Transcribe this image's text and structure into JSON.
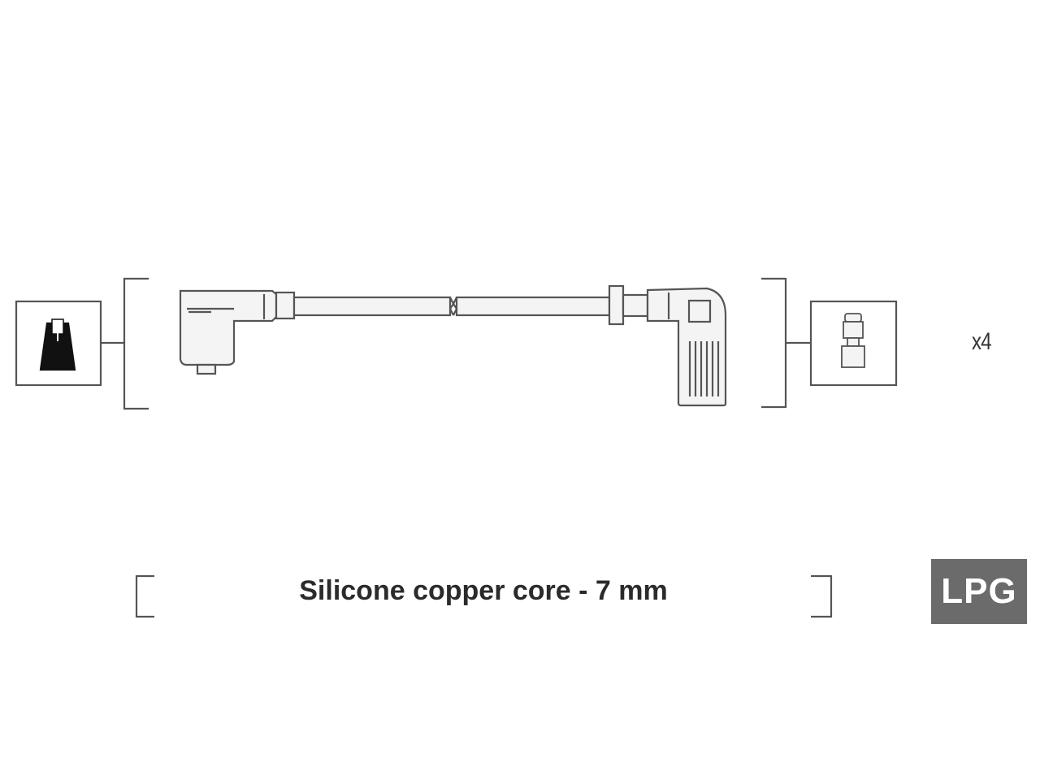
{
  "diagram": {
    "quantity_label": "x4",
    "spec_text": "Silicone copper core - 7 mm",
    "fuel_badge": "LPG",
    "colors": {
      "line": "#555555",
      "part_fill": "#f4f4f4",
      "badge": "#6b6b6b",
      "terminal_fill": "#111111"
    },
    "icons": {
      "left_terminal": "coil-terminal-icon",
      "right_terminal": "spark-plug-terminal-icon"
    }
  }
}
